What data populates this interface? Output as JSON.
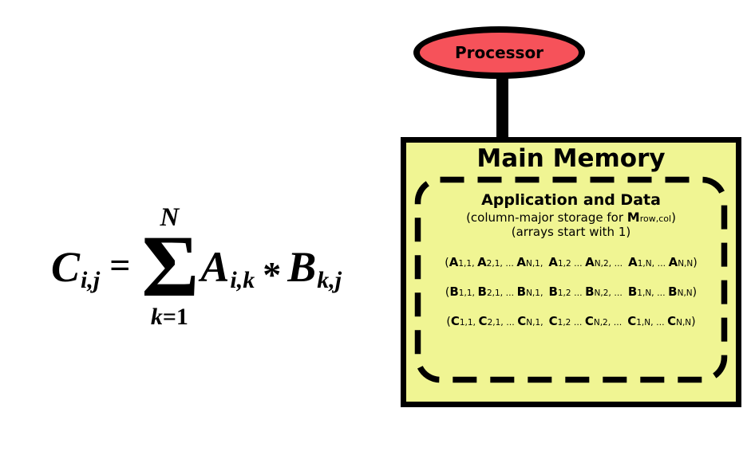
{
  "colors": {
    "background": "#FFFFFF",
    "outline": "#000000",
    "processor_fill": "#F6525A",
    "memory_fill": "#F0F593"
  },
  "formula": {
    "lhs_var": "C",
    "lhs_sub": "i,j",
    "equals": "=",
    "sum_upper": "N",
    "sum_symbol": "Σ",
    "sum_lower_var": "k",
    "sum_lower_rest": "=1",
    "term_a_var": "A",
    "term_a_sub": "i,k",
    "operator": "*",
    "term_b_var": "B",
    "term_b_sub": "k,j"
  },
  "processor": {
    "label": "Processor"
  },
  "memory": {
    "title": "Main Memory",
    "section_title": "Application and Data",
    "note1": {
      "prefix": "(column-major storage for ",
      "bold": "M",
      "sub": "row,col",
      "suffix": ")"
    },
    "note2": "(arrays start with 1)",
    "rows": [
      {
        "tokens": [
          {
            "t": "("
          },
          {
            "v": "A",
            "s": "1,1"
          },
          {
            "t": ", "
          },
          {
            "v": "A",
            "s": "2,1"
          },
          {
            "t": ", ... "
          },
          {
            "v": "A",
            "s": "N,1"
          },
          {
            "t": ",  "
          },
          {
            "v": "A",
            "s": "1,2"
          },
          {
            "t": " ... "
          },
          {
            "v": "A",
            "s": "N,2"
          },
          {
            "t": ", ...  "
          },
          {
            "v": "A",
            "s": "1,N"
          },
          {
            "t": ", ... "
          },
          {
            "v": "A",
            "s": "N,N"
          },
          {
            "t": ")"
          }
        ]
      },
      {
        "tokens": [
          {
            "t": "("
          },
          {
            "v": "B",
            "s": "1,1"
          },
          {
            "t": ", "
          },
          {
            "v": "B",
            "s": "2,1"
          },
          {
            "t": ", ... "
          },
          {
            "v": "B",
            "s": "N,1"
          },
          {
            "t": ",  "
          },
          {
            "v": "B",
            "s": "1,2"
          },
          {
            "t": " ... "
          },
          {
            "v": "B",
            "s": "N,2"
          },
          {
            "t": ", ...  "
          },
          {
            "v": "B",
            "s": "1,N"
          },
          {
            "t": ", ... "
          },
          {
            "v": "B",
            "s": "N,N"
          },
          {
            "t": ")"
          }
        ]
      },
      {
        "tokens": [
          {
            "t": "("
          },
          {
            "v": "C",
            "s": "1,1"
          },
          {
            "t": ", "
          },
          {
            "v": "C",
            "s": "2,1"
          },
          {
            "t": ", ... "
          },
          {
            "v": "C",
            "s": "N,1"
          },
          {
            "t": ",  "
          },
          {
            "v": "C",
            "s": "1,2"
          },
          {
            "t": " ... "
          },
          {
            "v": "C",
            "s": "N,2"
          },
          {
            "t": ", ...  "
          },
          {
            "v": "C",
            "s": "1,N"
          },
          {
            "t": ", ... "
          },
          {
            "v": "C",
            "s": "N,N"
          },
          {
            "t": ")"
          }
        ]
      }
    ]
  }
}
